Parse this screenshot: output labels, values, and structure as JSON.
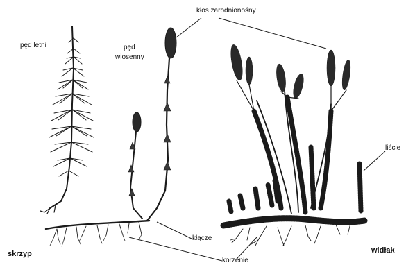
{
  "labels": {
    "ped_letni": "pęd letni",
    "ped_wiosenny_line1": "pęd",
    "ped_wiosenny_line2": "wiosenny",
    "klos_zarodnionosny": "kłos zarodnionośny",
    "liscie": "liście",
    "klacze": "kłącze",
    "korzenie": "korzenie",
    "skrzyp": "skrzyp",
    "widlak": "widłak"
  },
  "colors": {
    "ink": "#1a1a1a",
    "background": "#ffffff"
  }
}
